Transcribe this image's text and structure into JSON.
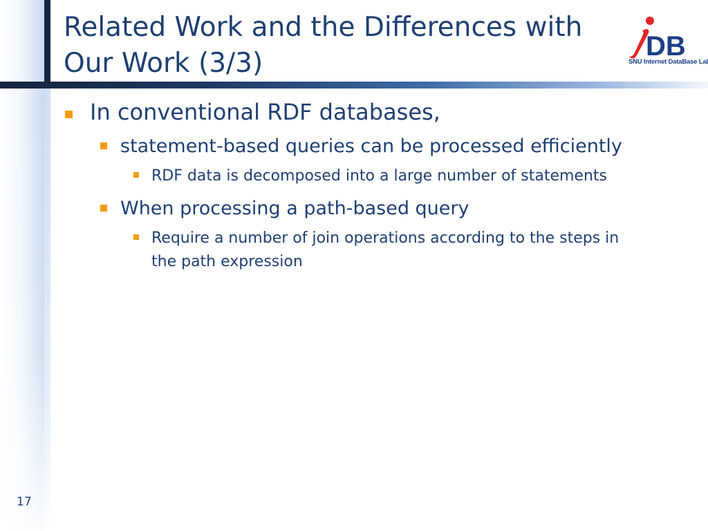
{
  "slide": {
    "title_lines": [
      "Related Work and the Differences with",
      "Our Work (3/3)"
    ],
    "logo": {
      "caption": "SNU Internet DataBase Lab.",
      "letters": "DB",
      "colors": {
        "red": "#e3262a",
        "blue": "#1d3f86"
      }
    },
    "bullets": [
      {
        "level": 1,
        "text": "In conventional RDF databases,"
      },
      {
        "level": 2,
        "text": "statement-based queries can be processed efficiently"
      },
      {
        "level": 3,
        "text": "RDF data is decomposed into a large number of statements"
      },
      {
        "level": 2,
        "text": "When processing a path-based query"
      },
      {
        "level": 3,
        "text": "Require a number of join operations according to the steps in the path expression"
      }
    ],
    "page_number": "17",
    "colors": {
      "title": "#1f3f73",
      "bullet_marker": "#f39c12",
      "bar_dark": "#14253f"
    }
  }
}
